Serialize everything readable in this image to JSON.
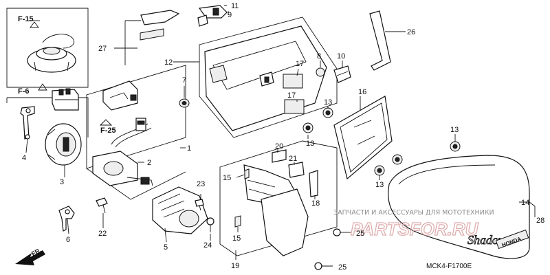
{
  "diagram": {
    "code": "MCK4-F1700E",
    "front_label": "FR.",
    "refs": [
      "F-15",
      "F-6",
      "F-25"
    ],
    "watermark": {
      "line1": "ЗАПЧАСТИ И АКСЕССУАРЫ ДЛЯ МОТОТЕХНИКИ",
      "line2": "PARTSFOR.RU"
    },
    "badge_text": "HONDA",
    "script_text": "Shadow",
    "labels": {
      "n1": "1",
      "n2": "2",
      "n3": "3",
      "n4": "4",
      "n5": "5",
      "n6": "6",
      "n7": "7",
      "n8": "8",
      "n9": "9",
      "n10": "10",
      "n11": "11",
      "n12": "12",
      "n13a": "13",
      "n13b": "13",
      "n13c": "13",
      "n13d": "13",
      "n14": "14",
      "n15a": "15",
      "n15b": "15",
      "n16": "16",
      "n17a": "17",
      "n17b": "17",
      "n18": "18",
      "n19": "19",
      "n20": "20",
      "n21": "21",
      "n22": "22",
      "n23": "23",
      "n24": "24",
      "n25a": "25",
      "n25b": "25",
      "n26": "26",
      "n27": "27",
      "n28": "28"
    }
  }
}
